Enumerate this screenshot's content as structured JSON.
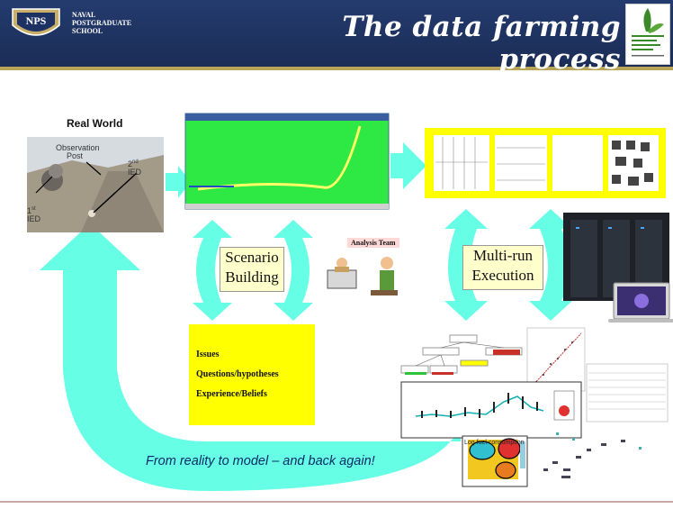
{
  "header": {
    "school_lines": [
      "NAVAL",
      "POSTGRADUATE",
      "SCHOOL"
    ],
    "crest_text": "NPS",
    "title": "The data farming process"
  },
  "real_world": {
    "heading": "Real World",
    "labels": {
      "observation_post_1": "Observation",
      "observation_post_2": "Post",
      "second_ied_num": "2",
      "second_ied_sup": "nd",
      "ied": "IED",
      "first_ied_num": "1",
      "first_ied_sup": "st"
    }
  },
  "cycles": {
    "scenario": [
      "Scenario",
      "Building"
    ],
    "multirun": [
      "Multi-run",
      "Execution"
    ]
  },
  "analysis_team": "Analysis Team",
  "issues": [
    "Issues",
    "Questions/hypotheses",
    "Experience/Beliefs"
  ],
  "plot_axis_label": "Log fuel consumption",
  "caption": "From reality to model – and back again!",
  "colors": {
    "arrow": "#66ffe6",
    "banner": "#1e3163",
    "sim_bg": "#2ee843",
    "design_border": "#ffff00",
    "issues_bg": "#ffff00",
    "tag_bg": "#ffffcc"
  }
}
